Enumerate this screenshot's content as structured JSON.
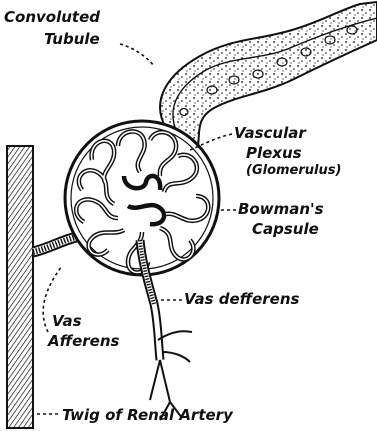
{
  "labels": {
    "convoluted_tubule_1": "Convoluted",
    "convoluted_tubule_2": "Tubule",
    "vascular_plexus_1": "Vascular",
    "vascular_plexus_2": "Plexus",
    "vascular_plexus_3": "(Glomerulus)",
    "bowmans_capsule_1": "Bowman's",
    "bowmans_capsule_2": "Capsule",
    "vas_defferens": "Vas defferens",
    "vas_afferens_1": "Vas",
    "vas_afferens_2": "Afferens",
    "renal_artery": "Twig of Renal Artery"
  },
  "colors": {
    "ink": "#111111",
    "background": "#ffffff"
  }
}
